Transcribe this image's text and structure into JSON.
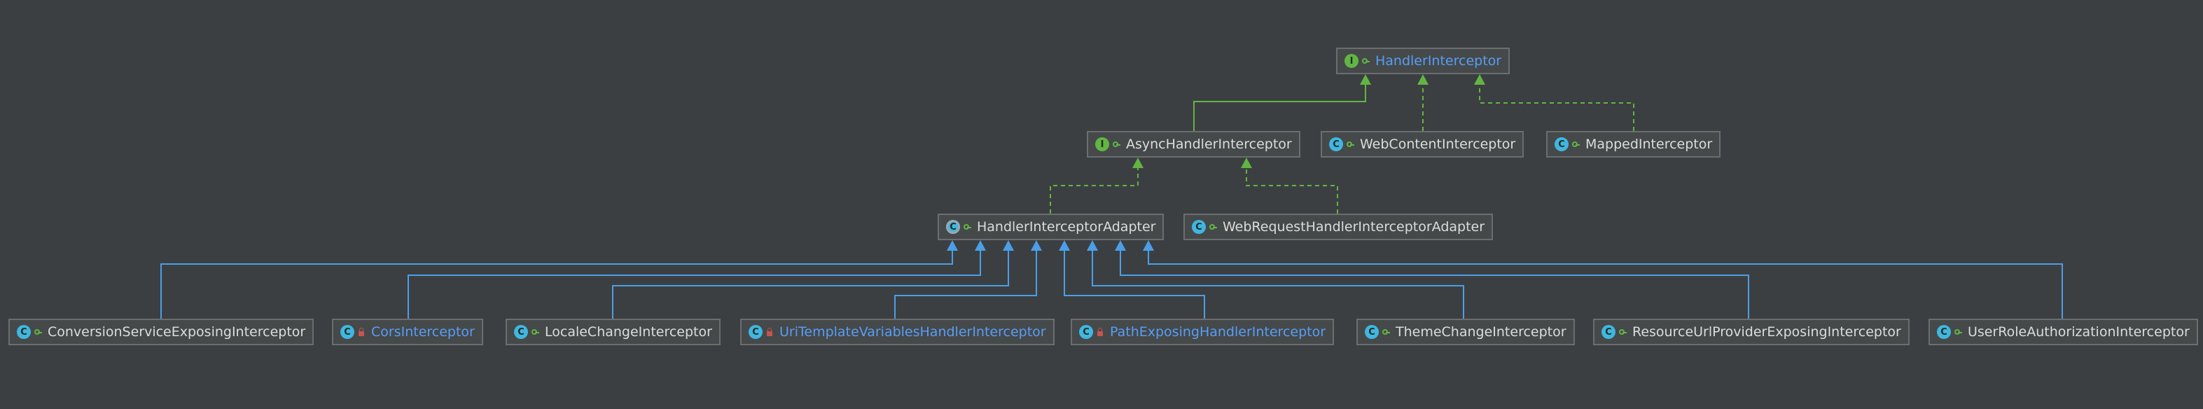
{
  "colors": {
    "background": "#3c3f41",
    "node_border": "#6b6e70",
    "implements_edge": "#62b543",
    "extends_edge": "#4a9fe8",
    "link_text": "#589df6",
    "text": "#dcdcdc"
  },
  "nodes": [
    {
      "id": "handler-interceptor",
      "label": "HandlerInterceptor",
      "kind": "interface",
      "visibility": "public",
      "highlight": true
    },
    {
      "id": "async-handler-interceptor",
      "label": "AsyncHandlerInterceptor",
      "kind": "interface",
      "visibility": "public",
      "highlight": false
    },
    {
      "id": "web-content-interceptor",
      "label": "WebContentInterceptor",
      "kind": "class",
      "visibility": "public",
      "highlight": false
    },
    {
      "id": "mapped-interceptor",
      "label": "MappedInterceptor",
      "kind": "class",
      "visibility": "public",
      "highlight": false
    },
    {
      "id": "handler-interceptor-adapter",
      "label": "HandlerInterceptorAdapter",
      "kind": "abstract",
      "visibility": "public",
      "highlight": false
    },
    {
      "id": "web-request-handler-interceptor-adapter",
      "label": "WebRequestHandlerInterceptorAdapter",
      "kind": "class",
      "visibility": "public",
      "highlight": false
    },
    {
      "id": "conversion-service-exposing-interceptor",
      "label": "ConversionServiceExposingInterceptor",
      "kind": "class",
      "visibility": "public",
      "highlight": false
    },
    {
      "id": "cors-interceptor",
      "label": "CorsInterceptor",
      "kind": "class",
      "visibility": "private",
      "highlight": true
    },
    {
      "id": "locale-change-interceptor",
      "label": "LocaleChangeInterceptor",
      "kind": "class",
      "visibility": "public",
      "highlight": false
    },
    {
      "id": "uri-template-variables-handler-interceptor",
      "label": "UriTemplateVariablesHandlerInterceptor",
      "kind": "class",
      "visibility": "private",
      "highlight": true
    },
    {
      "id": "path-exposing-handler-interceptor",
      "label": "PathExposingHandlerInterceptor",
      "kind": "class",
      "visibility": "private",
      "highlight": true
    },
    {
      "id": "theme-change-interceptor",
      "label": "ThemeChangeInterceptor",
      "kind": "class",
      "visibility": "public",
      "highlight": false
    },
    {
      "id": "resource-url-provider-exposing-interceptor",
      "label": "ResourceUrlProviderExposingInterceptor",
      "kind": "class",
      "visibility": "public",
      "highlight": false
    },
    {
      "id": "user-role-authorization-interceptor",
      "label": "UserRoleAuthorizationInterceptor",
      "kind": "class",
      "visibility": "public",
      "highlight": false
    }
  ],
  "edges": [
    {
      "from": "async-handler-interceptor",
      "to": "handler-interceptor",
      "type": "extends-interface"
    },
    {
      "from": "web-content-interceptor",
      "to": "handler-interceptor",
      "type": "implements"
    },
    {
      "from": "mapped-interceptor",
      "to": "handler-interceptor",
      "type": "implements"
    },
    {
      "from": "handler-interceptor-adapter",
      "to": "async-handler-interceptor",
      "type": "implements"
    },
    {
      "from": "web-request-handler-interceptor-adapter",
      "to": "async-handler-interceptor",
      "type": "implements"
    },
    {
      "from": "conversion-service-exposing-interceptor",
      "to": "handler-interceptor-adapter",
      "type": "extends"
    },
    {
      "from": "cors-interceptor",
      "to": "handler-interceptor-adapter",
      "type": "extends"
    },
    {
      "from": "locale-change-interceptor",
      "to": "handler-interceptor-adapter",
      "type": "extends"
    },
    {
      "from": "uri-template-variables-handler-interceptor",
      "to": "handler-interceptor-adapter",
      "type": "extends"
    },
    {
      "from": "path-exposing-handler-interceptor",
      "to": "handler-interceptor-adapter",
      "type": "extends"
    },
    {
      "from": "theme-change-interceptor",
      "to": "handler-interceptor-adapter",
      "type": "extends"
    },
    {
      "from": "resource-url-provider-exposing-interceptor",
      "to": "handler-interceptor-adapter",
      "type": "extends"
    },
    {
      "from": "user-role-authorization-interceptor",
      "to": "handler-interceptor-adapter",
      "type": "extends"
    }
  ]
}
